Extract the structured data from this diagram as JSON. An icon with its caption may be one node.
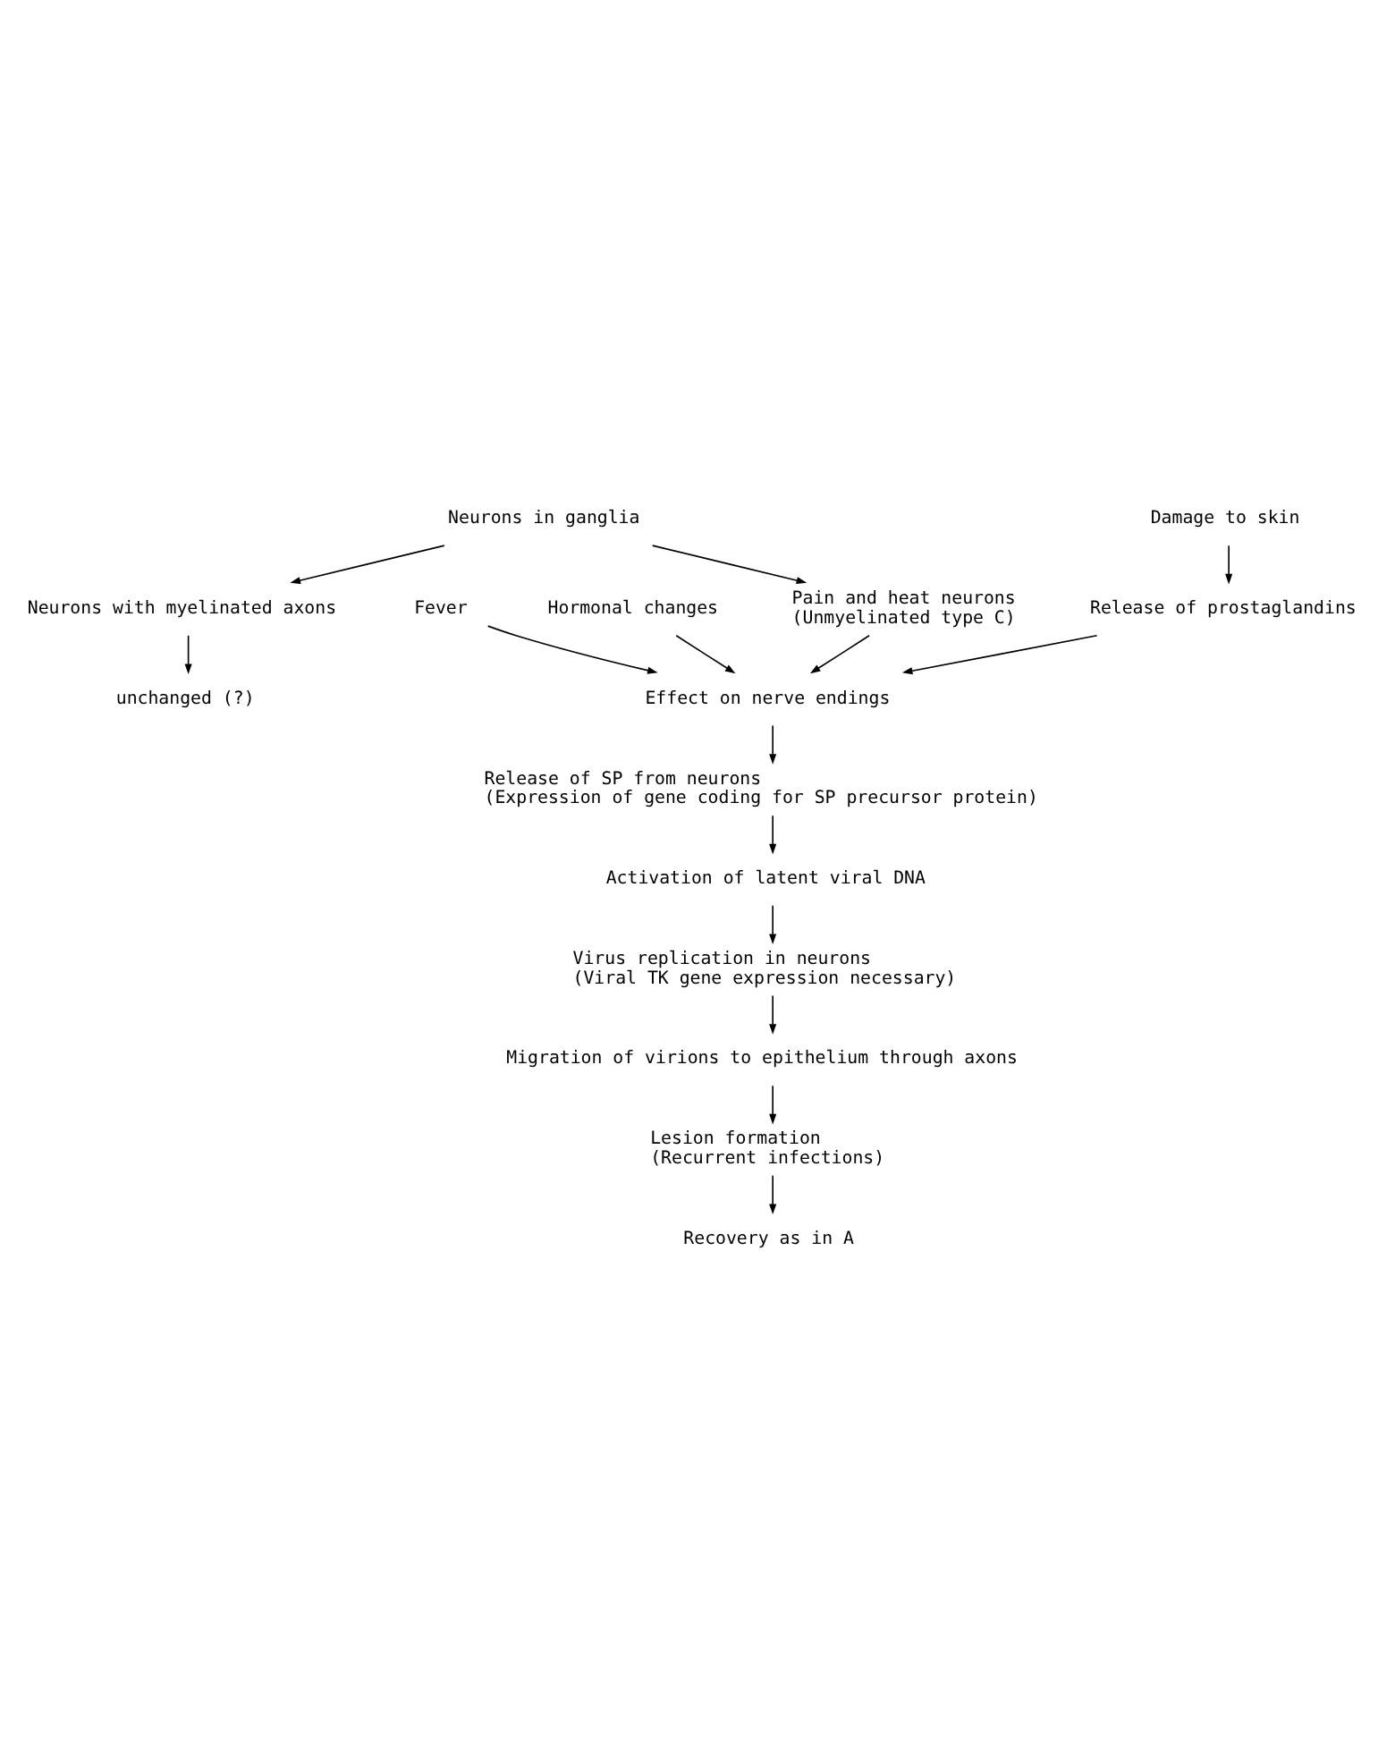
{
  "diagram": {
    "nodes": [
      {
        "text": [
          "Neurons in ganglia"
        ]
      },
      {
        "text": [
          "Pain and heat neurons",
          "(Unmyelinated type C)"
        ]
      },
      {
        "text": [
          "Neurons with myelinated axons"
        ]
      },
      {
        "text": [
          "unchanged (?)"
        ]
      },
      {
        "text": [
          "Damage to skin"
        ]
      },
      {
        "text": [
          "Fever"
        ]
      },
      {
        "text": [
          "Hormonal changes"
        ]
      },
      {
        "text": [
          "Release of prostaglandins"
        ]
      },
      {
        "text": [
          "Effect on nerve endings"
        ]
      },
      {
        "text": [
          "Release of SP from neurons",
          "(Expression of gene coding for SP precursor protein)"
        ]
      },
      {
        "text": [
          "Activation of latent viral DNA"
        ]
      },
      {
        "text": [
          "Virus replication in neurons",
          "(Viral TK gene expression necessary)"
        ]
      },
      {
        "text": [
          "Migration of virions to epithelium through axons"
        ]
      },
      {
        "text": [
          "Lesion formation",
          "(Recurrent infections)"
        ]
      },
      {
        "text": [
          "Recovery as in A"
        ]
      }
    ],
    "edges": [
      {
        "from": 0,
        "to": 1,
        "arrow": "to"
      },
      {
        "from": 0,
        "to": 2,
        "arrow": "to"
      },
      {
        "from": 2,
        "to": 3,
        "arrow": "to"
      },
      {
        "from": 1,
        "to": 8,
        "arrow": "to"
      },
      {
        "from": 4,
        "to": 7,
        "arrow": "to"
      },
      {
        "from": 5,
        "to": 8,
        "arrow": "to"
      },
      {
        "from": 6,
        "to": 8,
        "arrow": "to"
      },
      {
        "from": 7,
        "to": 8,
        "arrow": "to"
      },
      {
        "from": 8,
        "to": 9,
        "arrow": "to"
      },
      {
        "from": 9,
        "to": 10,
        "arrow": "to"
      },
      {
        "from": 10,
        "to": 11,
        "arrow": "to"
      },
      {
        "from": 11,
        "to": 12,
        "arrow": "to"
      },
      {
        "from": 12,
        "to": 13,
        "arrow": "to"
      },
      {
        "from": 13,
        "to": 14,
        "arrow": "to"
      }
    ]
  }
}
